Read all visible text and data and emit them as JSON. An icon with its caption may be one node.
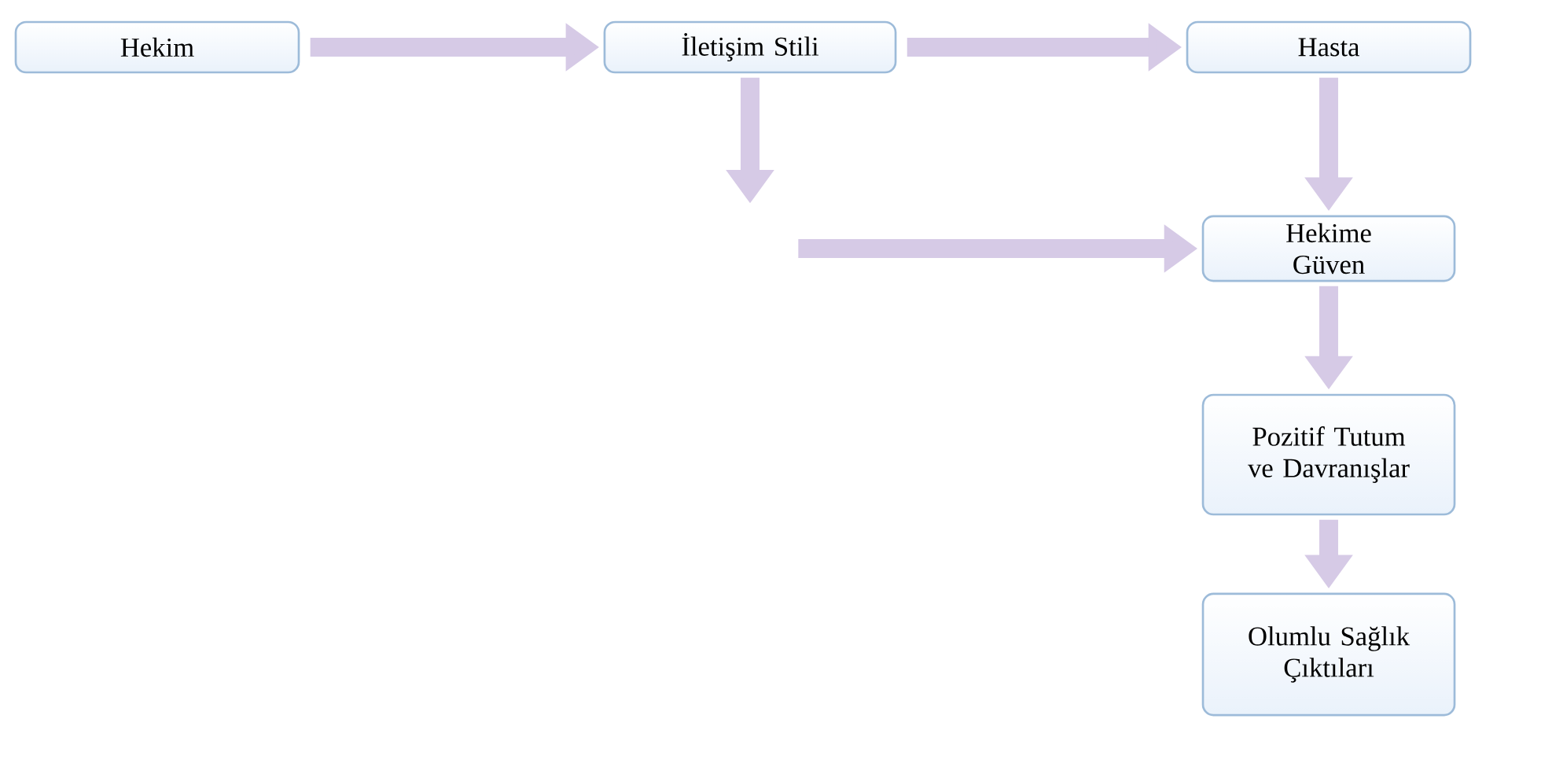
{
  "diagram": {
    "nodes": [
      {
        "text": [
          "Hekim"
        ]
      },
      {
        "text": [
          "İletişim Stili"
        ]
      },
      {
        "text": [
          "Hasta"
        ]
      },
      {
        "text": [
          "Hekime Güven"
        ]
      },
      {
        "text": [
          "Pozitif Tutum ve Davranışlar"
        ]
      },
      {
        "text": [
          "Olumlu Sağlık Çıktıları"
        ]
      }
    ],
    "edges": [
      {
        "from": 0,
        "to": 1,
        "arrow": "to"
      },
      {
        "from": 1,
        "to": 2,
        "arrow": "to"
      },
      {
        "from": 2,
        "to": 3,
        "arrow": "to"
      },
      {
        "from": 1,
        "to": null,
        "arrow": "to"
      },
      {
        "from": null,
        "to": 3,
        "arrow": "to"
      },
      {
        "from": 3,
        "to": 4,
        "arrow": "to"
      },
      {
        "from": 4,
        "to": 5,
        "arrow": "to"
      }
    ]
  }
}
